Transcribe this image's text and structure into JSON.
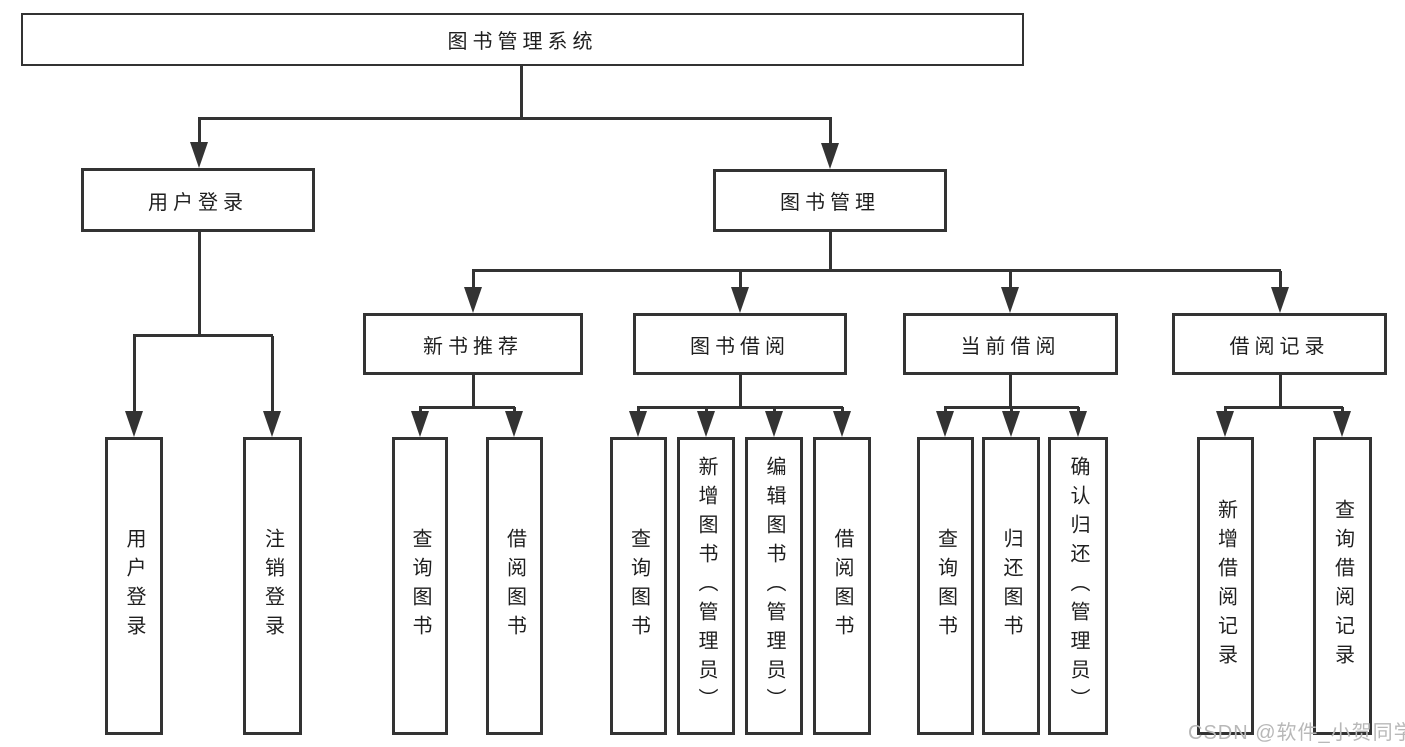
{
  "diagram": {
    "title": "图书管理系统",
    "branches": [
      {
        "label": "用户登录",
        "leaves": [
          {
            "label": "用户登录"
          },
          {
            "label": "注销登录"
          }
        ]
      },
      {
        "label": "图书管理",
        "groups": [
          {
            "label": "新书推荐",
            "leaves": [
              {
                "label": "查询图书"
              },
              {
                "label": "借阅图书"
              }
            ]
          },
          {
            "label": "图书借阅",
            "leaves": [
              {
                "label": "查询图书"
              },
              {
                "label": "新增图书（管理员）"
              },
              {
                "label": "编辑图书（管理员）"
              },
              {
                "label": "借阅图书"
              }
            ]
          },
          {
            "label": "当前借阅",
            "leaves": [
              {
                "label": "查询图书"
              },
              {
                "label": "归还图书"
              },
              {
                "label": "确认归还（管理员）"
              }
            ]
          },
          {
            "label": "借阅记录",
            "leaves": [
              {
                "label": "新增借阅记录"
              },
              {
                "label": "查询借阅记录"
              }
            ]
          }
        ]
      }
    ]
  },
  "watermark": {
    "text": "CSDN @软件_小贺同学"
  },
  "colors": {
    "line": "#333333",
    "text": "#1f1f1f",
    "background": "#ffffff",
    "watermark": "#b8b8b8"
  }
}
